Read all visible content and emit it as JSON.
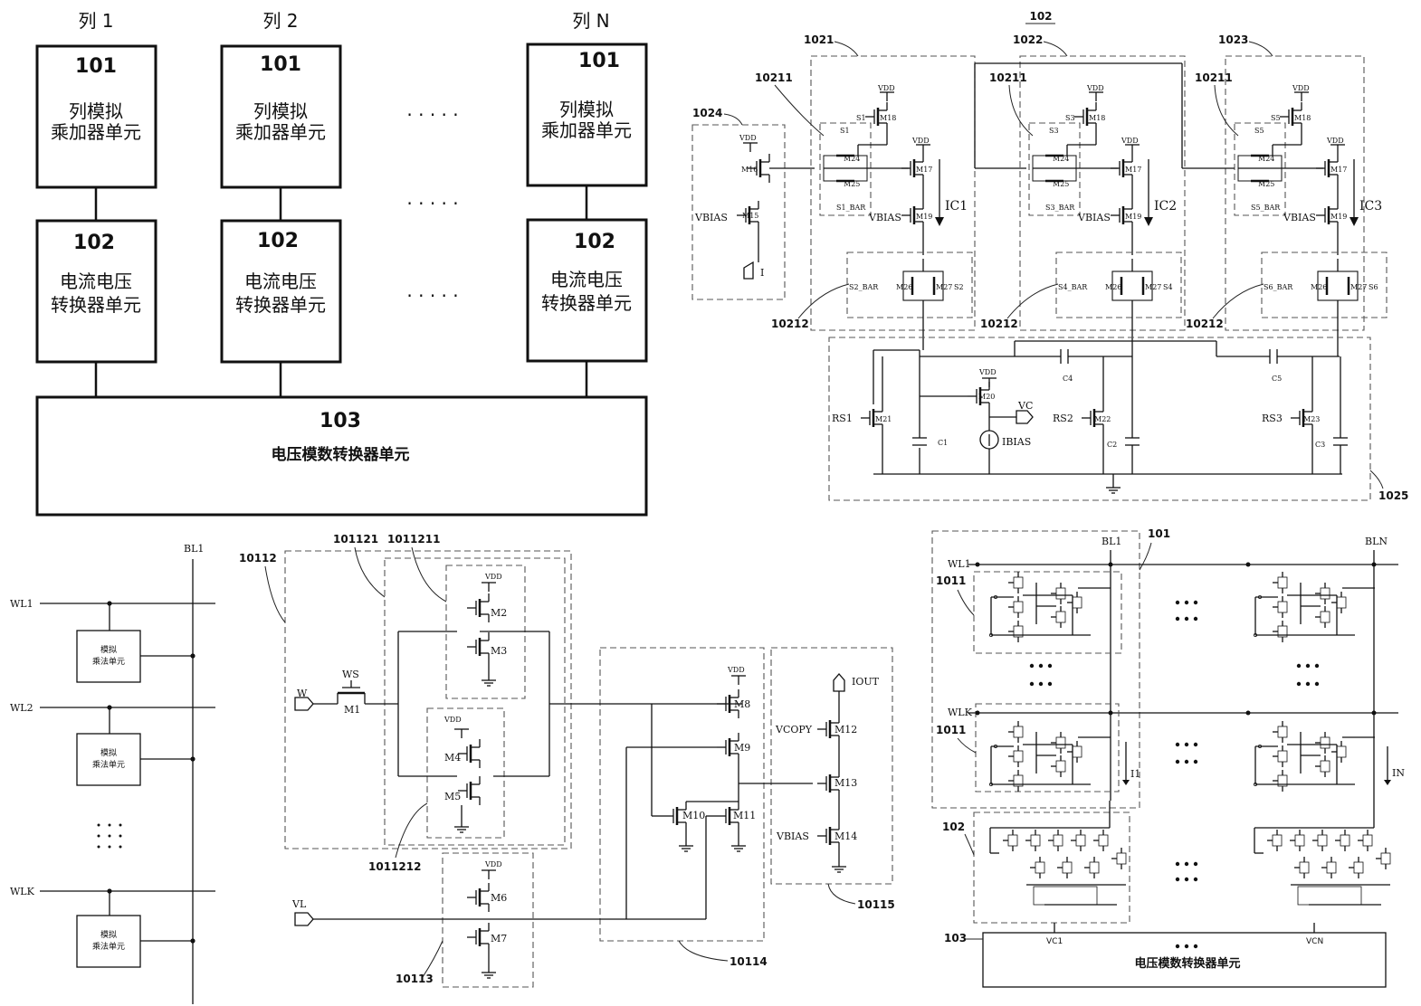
{
  "panel_a": {
    "columns": [
      {
        "header": "列 1",
        "mult_num": "101",
        "mult_text": [
          "列模拟",
          "乘加器单元"
        ],
        "conv_num": "102",
        "conv_text": [
          "电流电压",
          "转换器单元"
        ]
      },
      {
        "header": "列 2",
        "mult_num": "101",
        "mult_text": [
          "列模拟",
          "乘加器单元"
        ],
        "conv_num": "102",
        "conv_text": [
          "电流电压",
          "转换器单元"
        ]
      },
      {
        "header": "列 N",
        "mult_num": "101",
        "mult_text": [
          "列模拟",
          "乘加器单元"
        ],
        "conv_num": "102",
        "conv_text": [
          "电流电压",
          "转换器单元"
        ]
      }
    ],
    "ellipsis": "· · · · ·",
    "adc_num": "103",
    "adc_text": "电压模数转换器单元"
  },
  "panel_b": {
    "title": "102",
    "stages": [
      {
        "ref": "1021",
        "sub1": "10211",
        "sub2": "10212",
        "s_top": "S1",
        "s_bar": "S1_BAR",
        "s_side": "S2",
        "s_side_bar": "S2_BAR",
        "m_src": "M18",
        "m_top": "M17",
        "m_bias": "M19",
        "m_sw_a": "M24",
        "m_sw_b": "M25",
        "m_d1": "M26",
        "m_d2": "M27",
        "current": "IC1",
        "rs": "RS1",
        "m_rs": "M21",
        "cap": "C1"
      },
      {
        "ref": "1022",
        "sub1": "10211",
        "sub2": "10212",
        "s_top": "S3",
        "s_bar": "S3_BAR",
        "s_side": "S4",
        "s_side_bar": "S4_BAR",
        "m_src": "M18",
        "m_top": "M17",
        "m_bias": "M19",
        "m_sw_a": "M24",
        "m_sw_b": "M25",
        "m_d1": "M26",
        "m_d2": "M27",
        "current": "IC2",
        "rs": "RS2",
        "m_rs": "M22",
        "cap": "C2"
      },
      {
        "ref": "1023",
        "sub1": "10211",
        "sub2": "10212",
        "s_top": "S5",
        "s_bar": "S5_BAR",
        "s_side": "S6",
        "s_side_bar": "S6_BAR",
        "m_src": "M18",
        "m_top": "M17",
        "m_bias": "M19",
        "m_sw_a": "M24",
        "m_sw_b": "M25",
        "m_d1": "M26",
        "m_d2": "M27",
        "current": "IC3",
        "rs": "RS3",
        "m_rs": "M23",
        "cap": "C3"
      }
    ],
    "input_ref": "1024",
    "input_m16": "M16",
    "input_m15": "M15",
    "input_port": "I",
    "vdd": "VDD",
    "vbias": "VBIAS",
    "readout_ref": "1025",
    "c4": "C4",
    "c5": "C5",
    "m20": "M20",
    "vc": "VC",
    "ibias": "IBIAS"
  },
  "panel_c": {
    "bl": "BL1",
    "rows": [
      "WL1",
      "WL2",
      "WLK"
    ],
    "cell_text": [
      "模拟",
      "乘法单元"
    ]
  },
  "panel_d": {
    "refs": {
      "outer": "10112",
      "latch": "101121",
      "latch_top": "1011211",
      "latch_bot": "1011212",
      "vl_buf": "10113",
      "mirror": "10114",
      "out": "10115"
    },
    "ws": "WS",
    "w": "W",
    "vl": "VL",
    "vdd": "VDD",
    "vcopy": "VCOPY",
    "vbias": "VBIAS",
    "iout": "IOUT",
    "transistors": [
      "M1",
      "M2",
      "M3",
      "M4",
      "M5",
      "M6",
      "M7",
      "M8",
      "M9",
      "M10",
      "M11",
      "M12",
      "M13",
      "M14"
    ]
  },
  "panel_e": {
    "ref101": "101",
    "ref1011a": "1011",
    "ref1011b": "1011",
    "ref102": "102",
    "ref103": "103",
    "bl1": "BL1",
    "bln": "BLN",
    "wl1": "WL1",
    "wlk": "WLK",
    "i1": "I1",
    "in": "IN",
    "vc1": "VC1",
    "vcn": "VCN",
    "adc_text": "电压模数转换器单元"
  }
}
